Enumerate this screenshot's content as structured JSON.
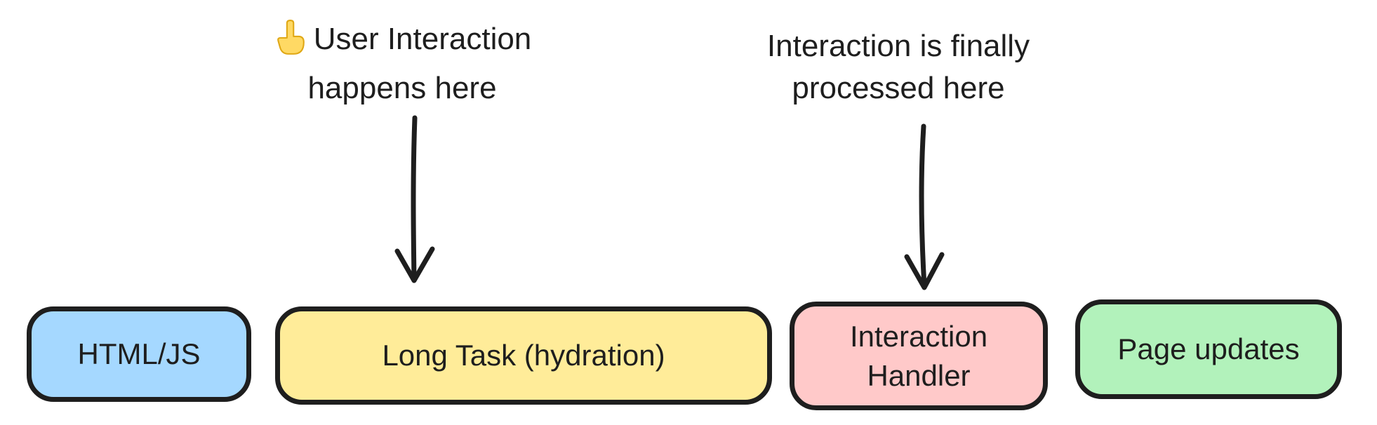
{
  "diagram": {
    "background": "#ffffff",
    "stroke_color": "#1e1e1e",
    "text_color": "#1e1e1e"
  },
  "annotations": {
    "user_interaction": {
      "icon": "pointing-up-hand",
      "emoji": "👆",
      "line1": "User Interaction",
      "line2": "happens here"
    },
    "processed": {
      "line1": "Interaction is finally",
      "line2": "processed here"
    }
  },
  "boxes": {
    "html_js": {
      "label": "HTML/JS",
      "fill": "#a5d8ff"
    },
    "long_task": {
      "label": "Long Task (hydration)",
      "fill": "#ffec99"
    },
    "interaction_handler": {
      "label_line1": "Interaction",
      "label_line2": "Handler",
      "fill": "#ffc9c9"
    },
    "page_updates": {
      "label": "Page updates",
      "fill": "#b2f2bb"
    }
  },
  "icon_colors": {
    "hand_fill": "#FFD964",
    "hand_outline": "#E0A815"
  }
}
